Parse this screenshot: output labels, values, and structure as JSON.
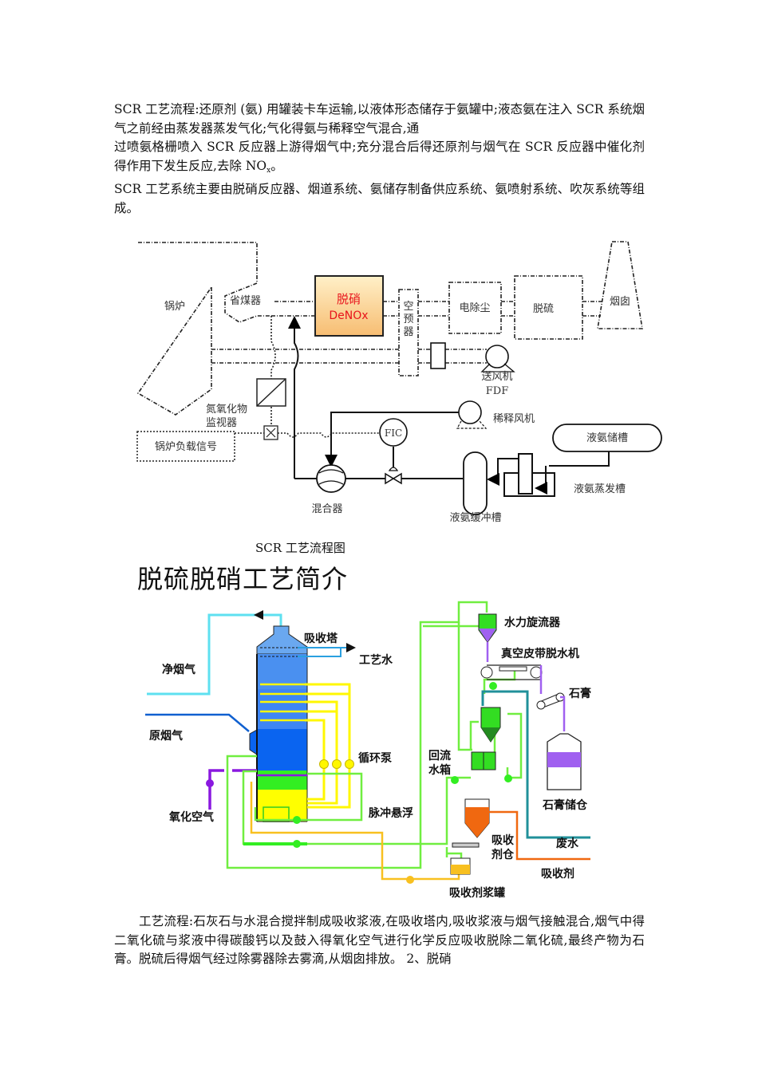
{
  "intro": {
    "line1": "SCR 工艺流程:还原剂 (氨) 用罐装卡车运输,以液体形态储存于氨罐中;液态氨在注入 SCR 系统烟气之前经由蒸发器蒸发气化;气化得氨与稀释空气混合,通",
    "line2_prefix": "过喷氨格栅喷入 SCR 反应器上游得烟气中;充分混合后得还原剂与烟气在 SCR 反应器中催化剂得作用下发生反应,去除 NO",
    "line2_sub": "x",
    "line2_suffix": "。",
    "line3": "SCR 工艺系统主要由脱硝反应器、烟道系统、氨储存制备供应系统、氨喷射系统、吹灰系统等组成。"
  },
  "scr_diagram": {
    "boiler": "锅炉",
    "economizer": "省煤器",
    "denox_cn": "脱硝",
    "denox_en": "DeNOx",
    "air_preheater": [
      "空",
      "预",
      "器"
    ],
    "esp": "电除尘",
    "fgd": "脱硫",
    "chimney": "烟囱",
    "fan_cn": "送风机",
    "fan_en": "FDF",
    "nox_monitor_1": "氮氧化物",
    "nox_monitor_2": "监视器",
    "boiler_load": "锅炉负载信号",
    "fic": "FIC",
    "dilution_fan": "稀释风机",
    "nh3_storage": "液氨储槽",
    "nh3_evaporator": "液氨蒸发槽",
    "nh3_buffer": "液氨缓冲槽",
    "mixer": "混合器",
    "colors": {
      "denox_fill_top": "#fff0c8",
      "denox_fill_bottom": "#f7bd72",
      "denox_text": "#e8141c"
    }
  },
  "caption1": "SCR 工艺流程图",
  "title2": "脱硫脱硝工艺简介",
  "fgd_diagram": {
    "absorber": "吸收塔",
    "process_water": "工艺水",
    "clean_gas": "净烟气",
    "raw_gas": "原烟气",
    "circ_pump": "循环泵",
    "oxidation_air": "氧化空气",
    "pulse_suspension": "脉冲悬浮",
    "return_tank_1": "回流",
    "return_tank_2": "水箱",
    "hydrocyclone": "水力旋流器",
    "belt_filter": "真空皮带脱水机",
    "gypsum": "石膏",
    "gypsum_silo": "石膏储仓",
    "wastewater": "废水",
    "absorbent_silo_1": "吸收",
    "absorbent_silo_2": "剂仓",
    "absorbent": "吸收剂",
    "slurry_tank": "吸收剂浆罐",
    "colors": {
      "tower": "#0a64f0",
      "slurry": "#ffff00",
      "recycle": "#33ee22",
      "oxidation": "#8a18e0",
      "clean": "#5ee0f0",
      "absorbent": "#f06810",
      "wastewater": "#20909a"
    }
  },
  "para2": {
    "text": "工艺流程:石灰石与水混合搅拌制成吸收浆液,在吸收塔内,吸收浆液与烟气接触混合,烟气中得二氧化硫与浆液中得碳酸钙以及鼓入得氧化空气进行化学反应吸收脱除二氧化硫,最终产物为石膏。脱硫后得烟气经过除雾器除去雾滴,从烟囱排放。 2、脱硝"
  }
}
